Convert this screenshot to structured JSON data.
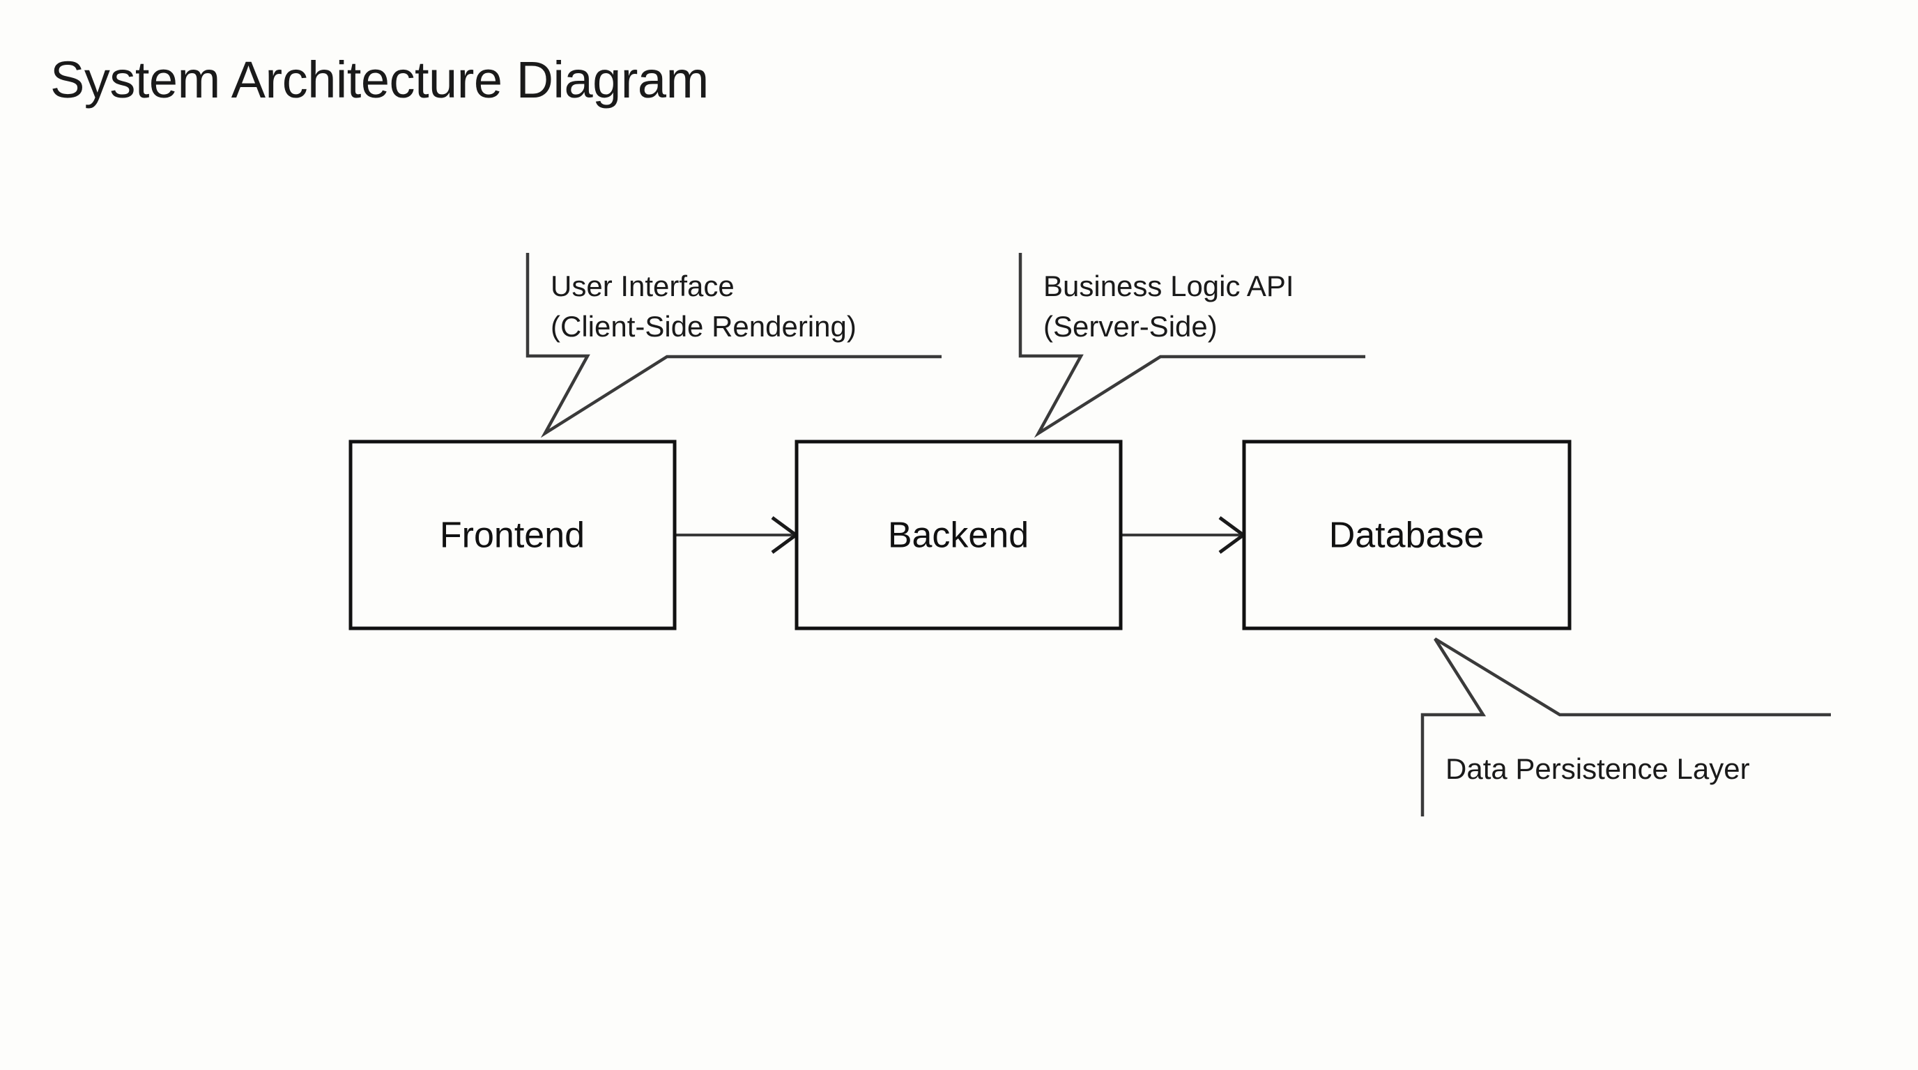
{
  "page": {
    "title": "System Architecture Diagram",
    "background_color": "#fdfdfb",
    "ink_color": "#111111",
    "line_color": "#3a3a3a"
  },
  "diagram": {
    "type": "flow",
    "nodes": [
      {
        "id": "frontend",
        "label": "Frontend"
      },
      {
        "id": "backend",
        "label": "Backend"
      },
      {
        "id": "database",
        "label": "Database"
      }
    ],
    "edges": [
      {
        "from": "Frontend",
        "to": "Backend",
        "label": ""
      },
      {
        "from": "Backend",
        "to": "Database",
        "label": ""
      }
    ],
    "annotations": [
      {
        "id": "frontend-note",
        "target": "Frontend",
        "line1": "User Interface",
        "line2": "(Client-Side Rendering)",
        "position": "above"
      },
      {
        "id": "backend-note",
        "target": "Backend",
        "line1": "Business Logic API",
        "line2": "(Server-Side)",
        "position": "above"
      },
      {
        "id": "database-note",
        "target": "Database",
        "line1": "Data Persistence Layer",
        "line2": "",
        "position": "below"
      }
    ]
  }
}
